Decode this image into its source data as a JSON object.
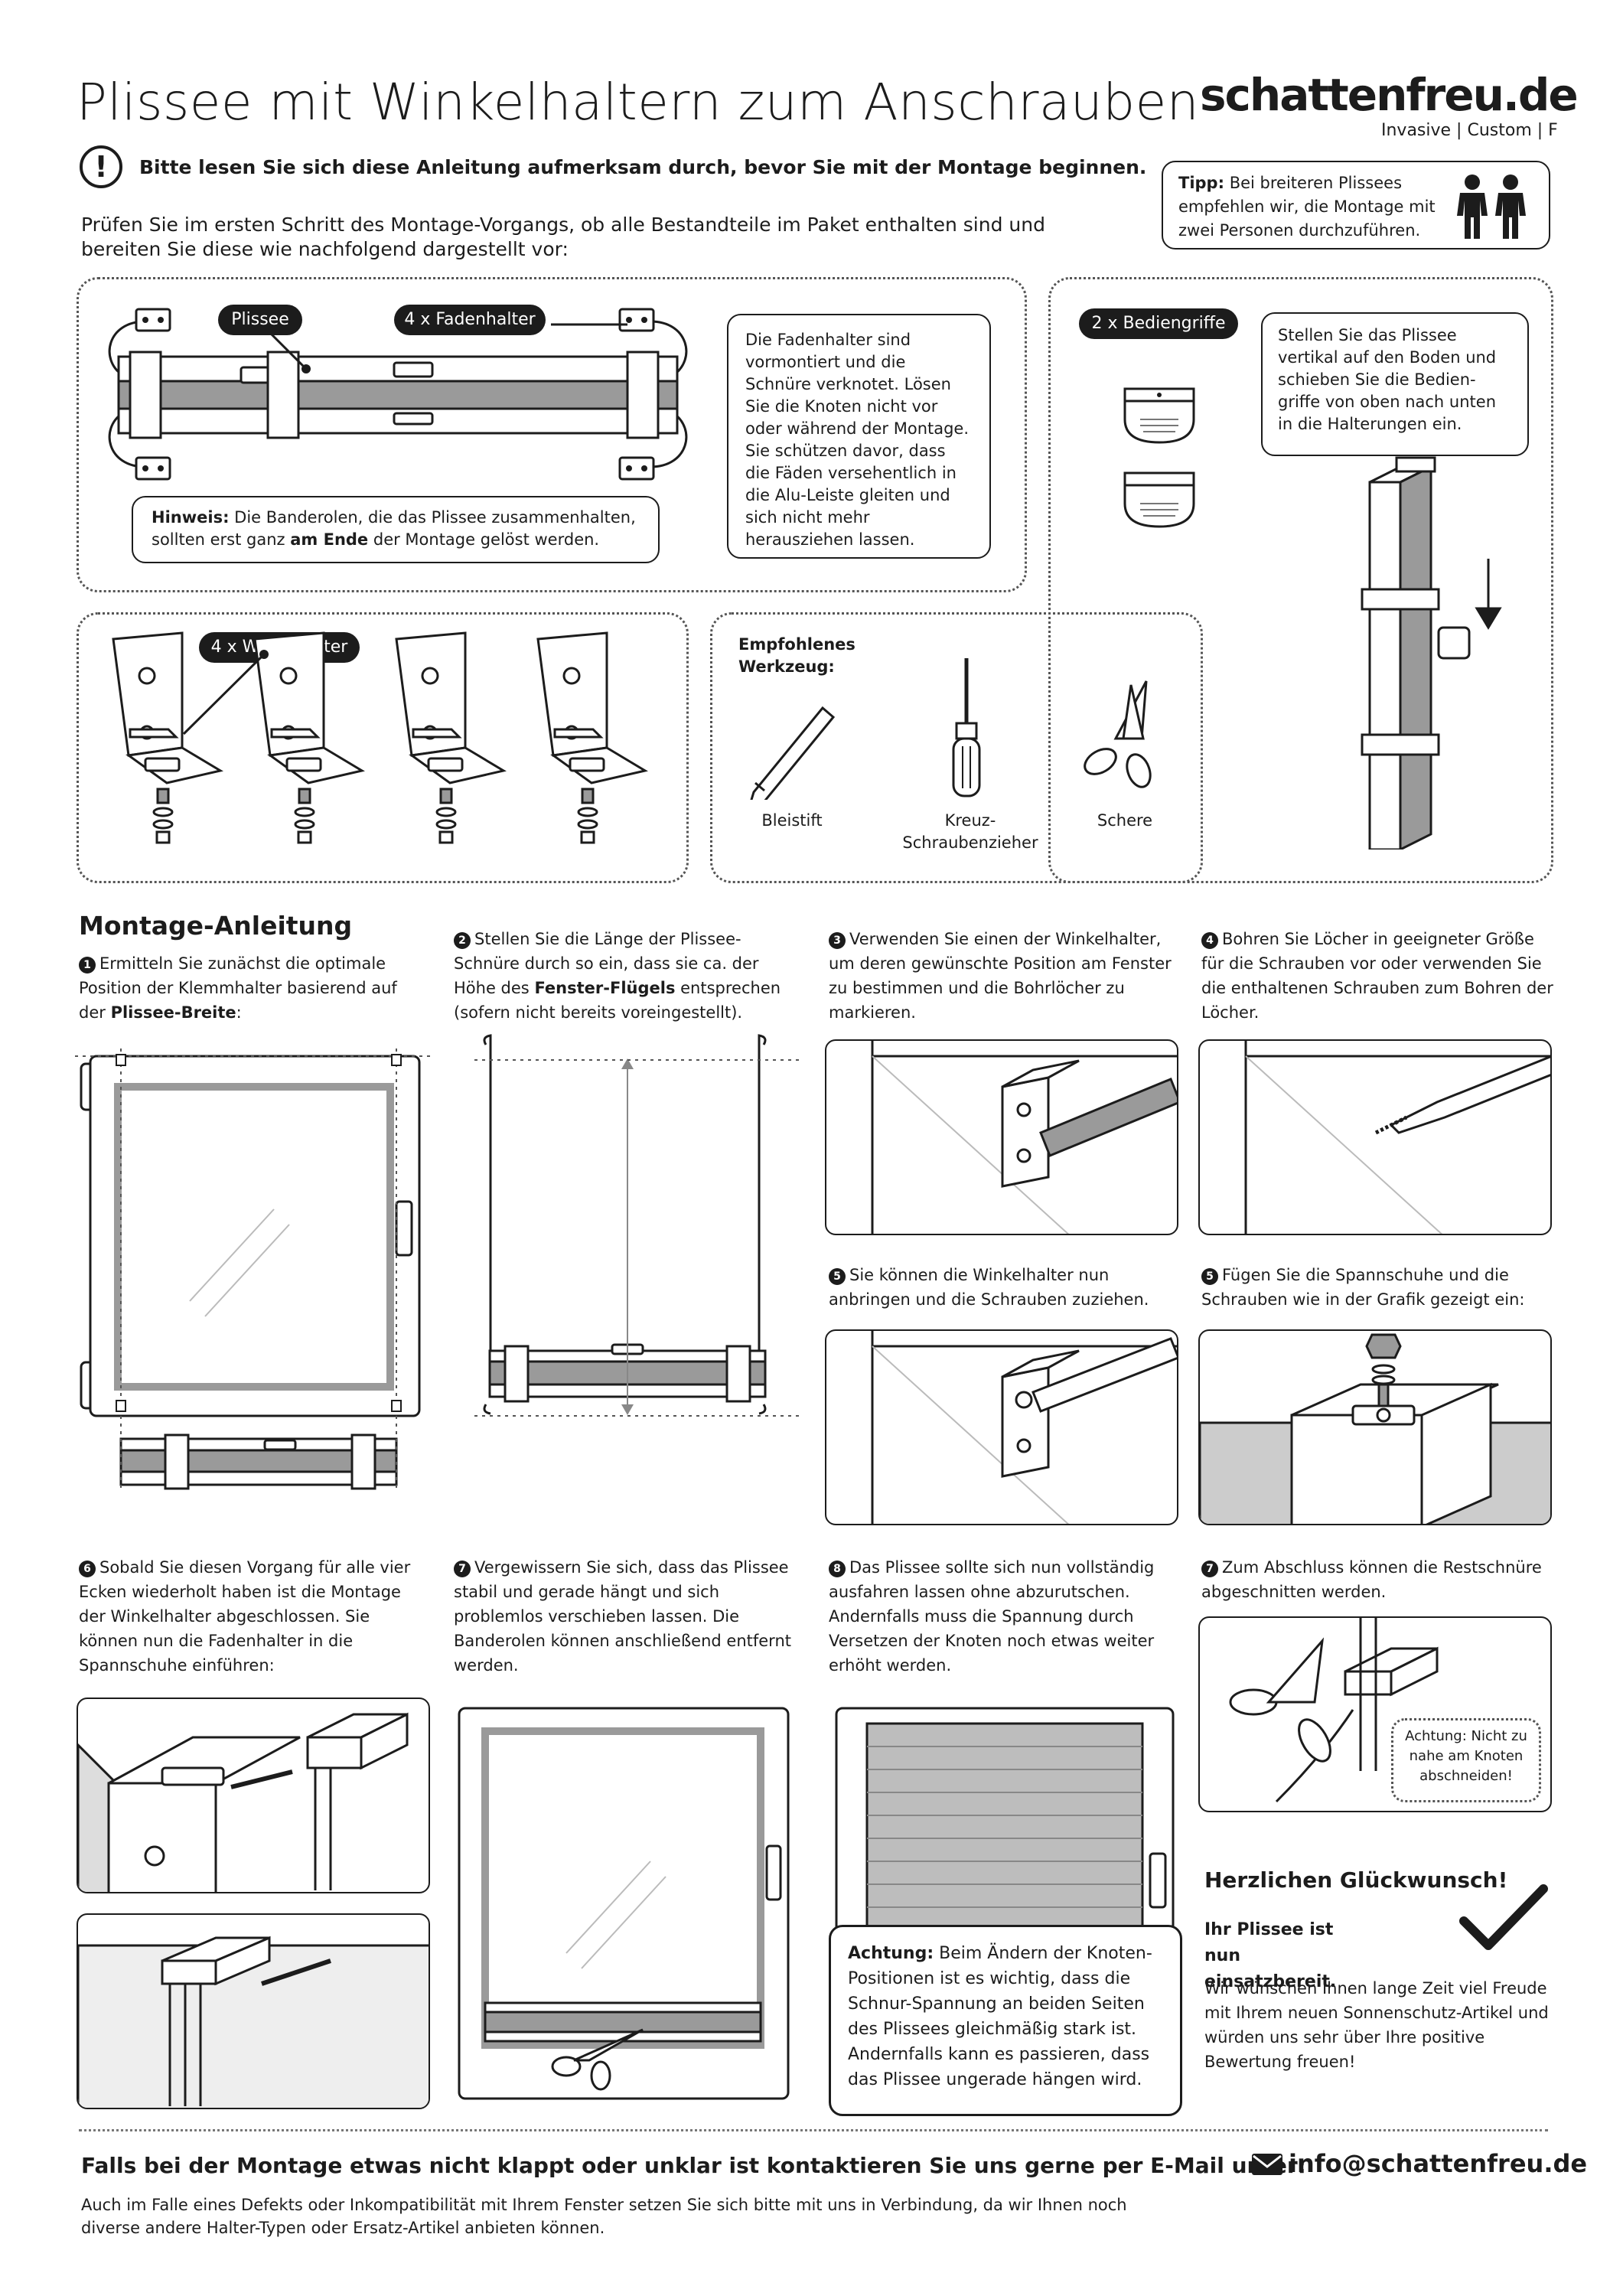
{
  "header": {
    "title": "Plissee mit Winkelhaltern zum Anschrauben",
    "logo": "schattenfreu.de",
    "logo_tagline": "Invasive | Custom | F",
    "warning": "Bitte lesen Sie sich diese Anleitung aufmerksam durch, bevor Sie mit der Montage beginnen.",
    "intro": "Prüfen Sie im ersten Schritt des Montage-Vorgangs, ob alle Bestandteile im Paket enthalten sind und bereiten Sie diese wie nachfolgend dargestellt vor:"
  },
  "tip": {
    "label": "Tipp:",
    "text": "Bei breiteren Plissees empfehlen wir, die Montage mit zwei Personen durchzuführen."
  },
  "parts": {
    "plissee_label": "Plissee",
    "fadenhalter_label": "4 x Fadenhalter",
    "fadenhalter_note": "Die Fadenhalter sind vormontiert und die Schnüre verknotet. Lösen Sie die Knoten nicht vor oder während der Montage. Sie schützen davor, dass die Fäden versehentlich in die Alu-Leiste gleiten und sich nicht mehr herausziehen lassen.",
    "hinweis_label": "Hinweis:",
    "hinweis_text_a": "Die Banderolen, die das Plissee zusammenhalten, sollten erst ganz",
    "hinweis_bold": "am Ende",
    "hinweis_text_b": "der Montage gelöst werden.",
    "bediengriffe_label": "2 x Bediengriffe",
    "bediengriffe_note": "Stellen Sie das Plissee vertikal auf den Boden und schieben Sie die Bedien-griffe von oben nach unten in die Halterungen ein.",
    "winkelhalter_label": "4 x Winkelhalter",
    "tools_title": "Empfohlenes Werkzeug:",
    "tools": [
      "Bleistift",
      "Kreuz-Schraubenzieher",
      "Schere"
    ]
  },
  "montage": {
    "heading": "Montage-Anleitung",
    "steps": [
      {
        "num": "1",
        "text": "Ermitteln Sie zunächst die optimale Position der Klemmhalter basierend auf der",
        "bold": "Plissee-Breite",
        "after": ":"
      },
      {
        "num": "2",
        "text": "Stellen Sie die Länge der Plissee-Schnüre durch so ein, dass sie ca. der Höhe des",
        "bold": "Fenster-Flügels",
        "after": "entsprechen (sofern nicht bereits voreingestellt)."
      },
      {
        "num": "3",
        "text": "Verwenden Sie einen der Winkelhalter, um deren gewünschte Position am Fenster zu bestimmen und die Bohrlöcher zu markieren."
      },
      {
        "num": "4",
        "text": "Bohren Sie Löcher in geeigneter Größe für die Schrauben vor oder verwenden Sie die enthaltenen Schrauben zum Bohren der Löcher."
      },
      {
        "num": "5",
        "text": "Sie können die Winkelhalter nun anbringen und die Schrauben zuziehen."
      },
      {
        "num": "5",
        "text": "Fügen Sie die Spannschuhe und die Schrauben wie in der Grafik gezeigt ein:"
      },
      {
        "num": "6",
        "text": "Sobald Sie diesen Vorgang für alle vier Ecken wiederholt haben ist die Montage der Winkelhalter abgeschlossen. Sie können nun die Fadenhalter in die Spannschuhe einführen:"
      },
      {
        "num": "7",
        "text": "Vergewissern Sie sich, dass das Plissee stabil und gerade hängt und sich problemlos verschieben lassen. Die Banderolen können anschließend entfernt werden."
      },
      {
        "num": "8",
        "text": "Das Plissee sollte sich nun vollständig ausfahren lassen ohne abzurutschen. Andernfalls muss die Spannung durch Versetzen der Knoten noch etwas weiter erhöht werden."
      },
      {
        "num": "7",
        "text": "Zum Abschluss können die Restschnüre abgeschnitten werden."
      }
    ],
    "knot_warning": "Achtung: Nicht zu nahe am Knoten abschneiden!",
    "achtung_label": "Achtung:",
    "achtung_text": "Beim Ändern der Knoten-Positionen ist es wichtig, dass die Schnur-Spannung an beiden Seiten des Plissees gleichmäßig stark ist. Andernfalls kann es passieren, dass das Plissee ungerade hängen wird."
  },
  "congrats": {
    "title": "Herzlichen Glückwunsch!",
    "subtitle": "Ihr Plissee ist nun einsatzbereit.",
    "text": "Wir wünschen Ihnen lange Zeit viel Freude mit Ihrem neuen Sonnenschutz-Artikel und würden uns sehr über Ihre positive Bewertung freuen!"
  },
  "footer": {
    "contact": "Falls bei der Montage etwas nicht klappt oder unklar ist kontaktieren Sie uns gerne per E-Mail unter:",
    "email": "info@schattenfreu.de",
    "note": "Auch im Falle eines Defekts oder Inkompatibilität mit Ihrem Fenster setzen Sie sich bitte mit uns in Verbindung, da wir Ihnen noch diverse andere Halter-Typen oder Ersatz-Artikel anbieten können."
  }
}
